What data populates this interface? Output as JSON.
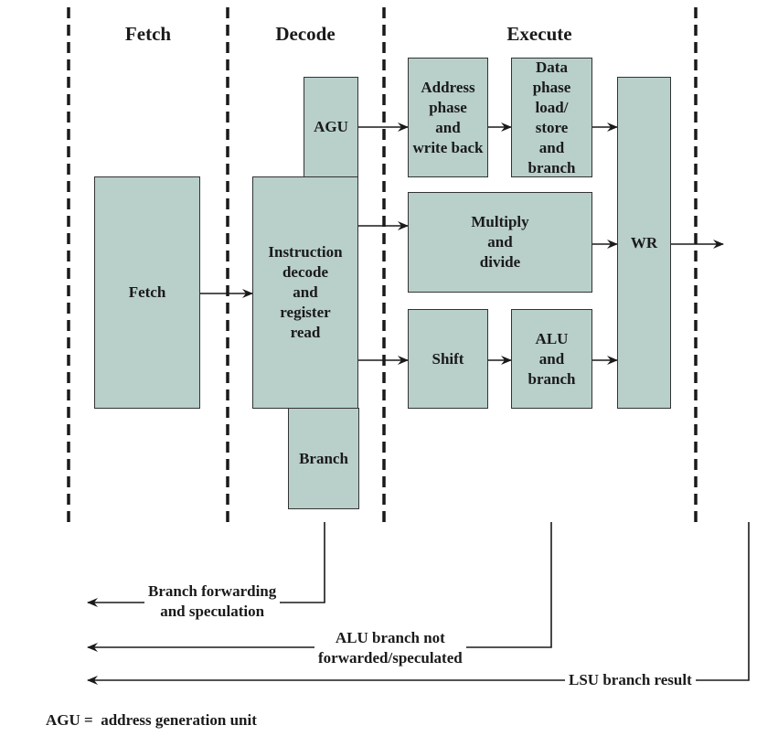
{
  "stages": {
    "fetch": "Fetch",
    "decode": "Decode",
    "execute": "Execute"
  },
  "blocks": {
    "fetch": "Fetch",
    "agu": "AGU",
    "instruction_decode": "Instruction\ndecode\nand\nregister\nread",
    "branch": "Branch",
    "address_phase": "Address\nphase\nand\nwrite back",
    "data_phase": "Data\nphase\nload/\nstore\nand\nbranch",
    "multiply_divide": "Multiply\nand\ndivide",
    "shift": "Shift",
    "alu_branch": "ALU\nand\nbranch",
    "wr": "WR"
  },
  "feedback": {
    "branch_forwarding": "Branch forwarding\nand speculation",
    "alu_branch_not": "ALU branch not\nforwarded/speculated",
    "lsu_result": "LSU branch result"
  },
  "legend": "AGU =  address generation unit",
  "colors": {
    "block_fill": "#b8cfca",
    "line": "#1a1a1a"
  }
}
